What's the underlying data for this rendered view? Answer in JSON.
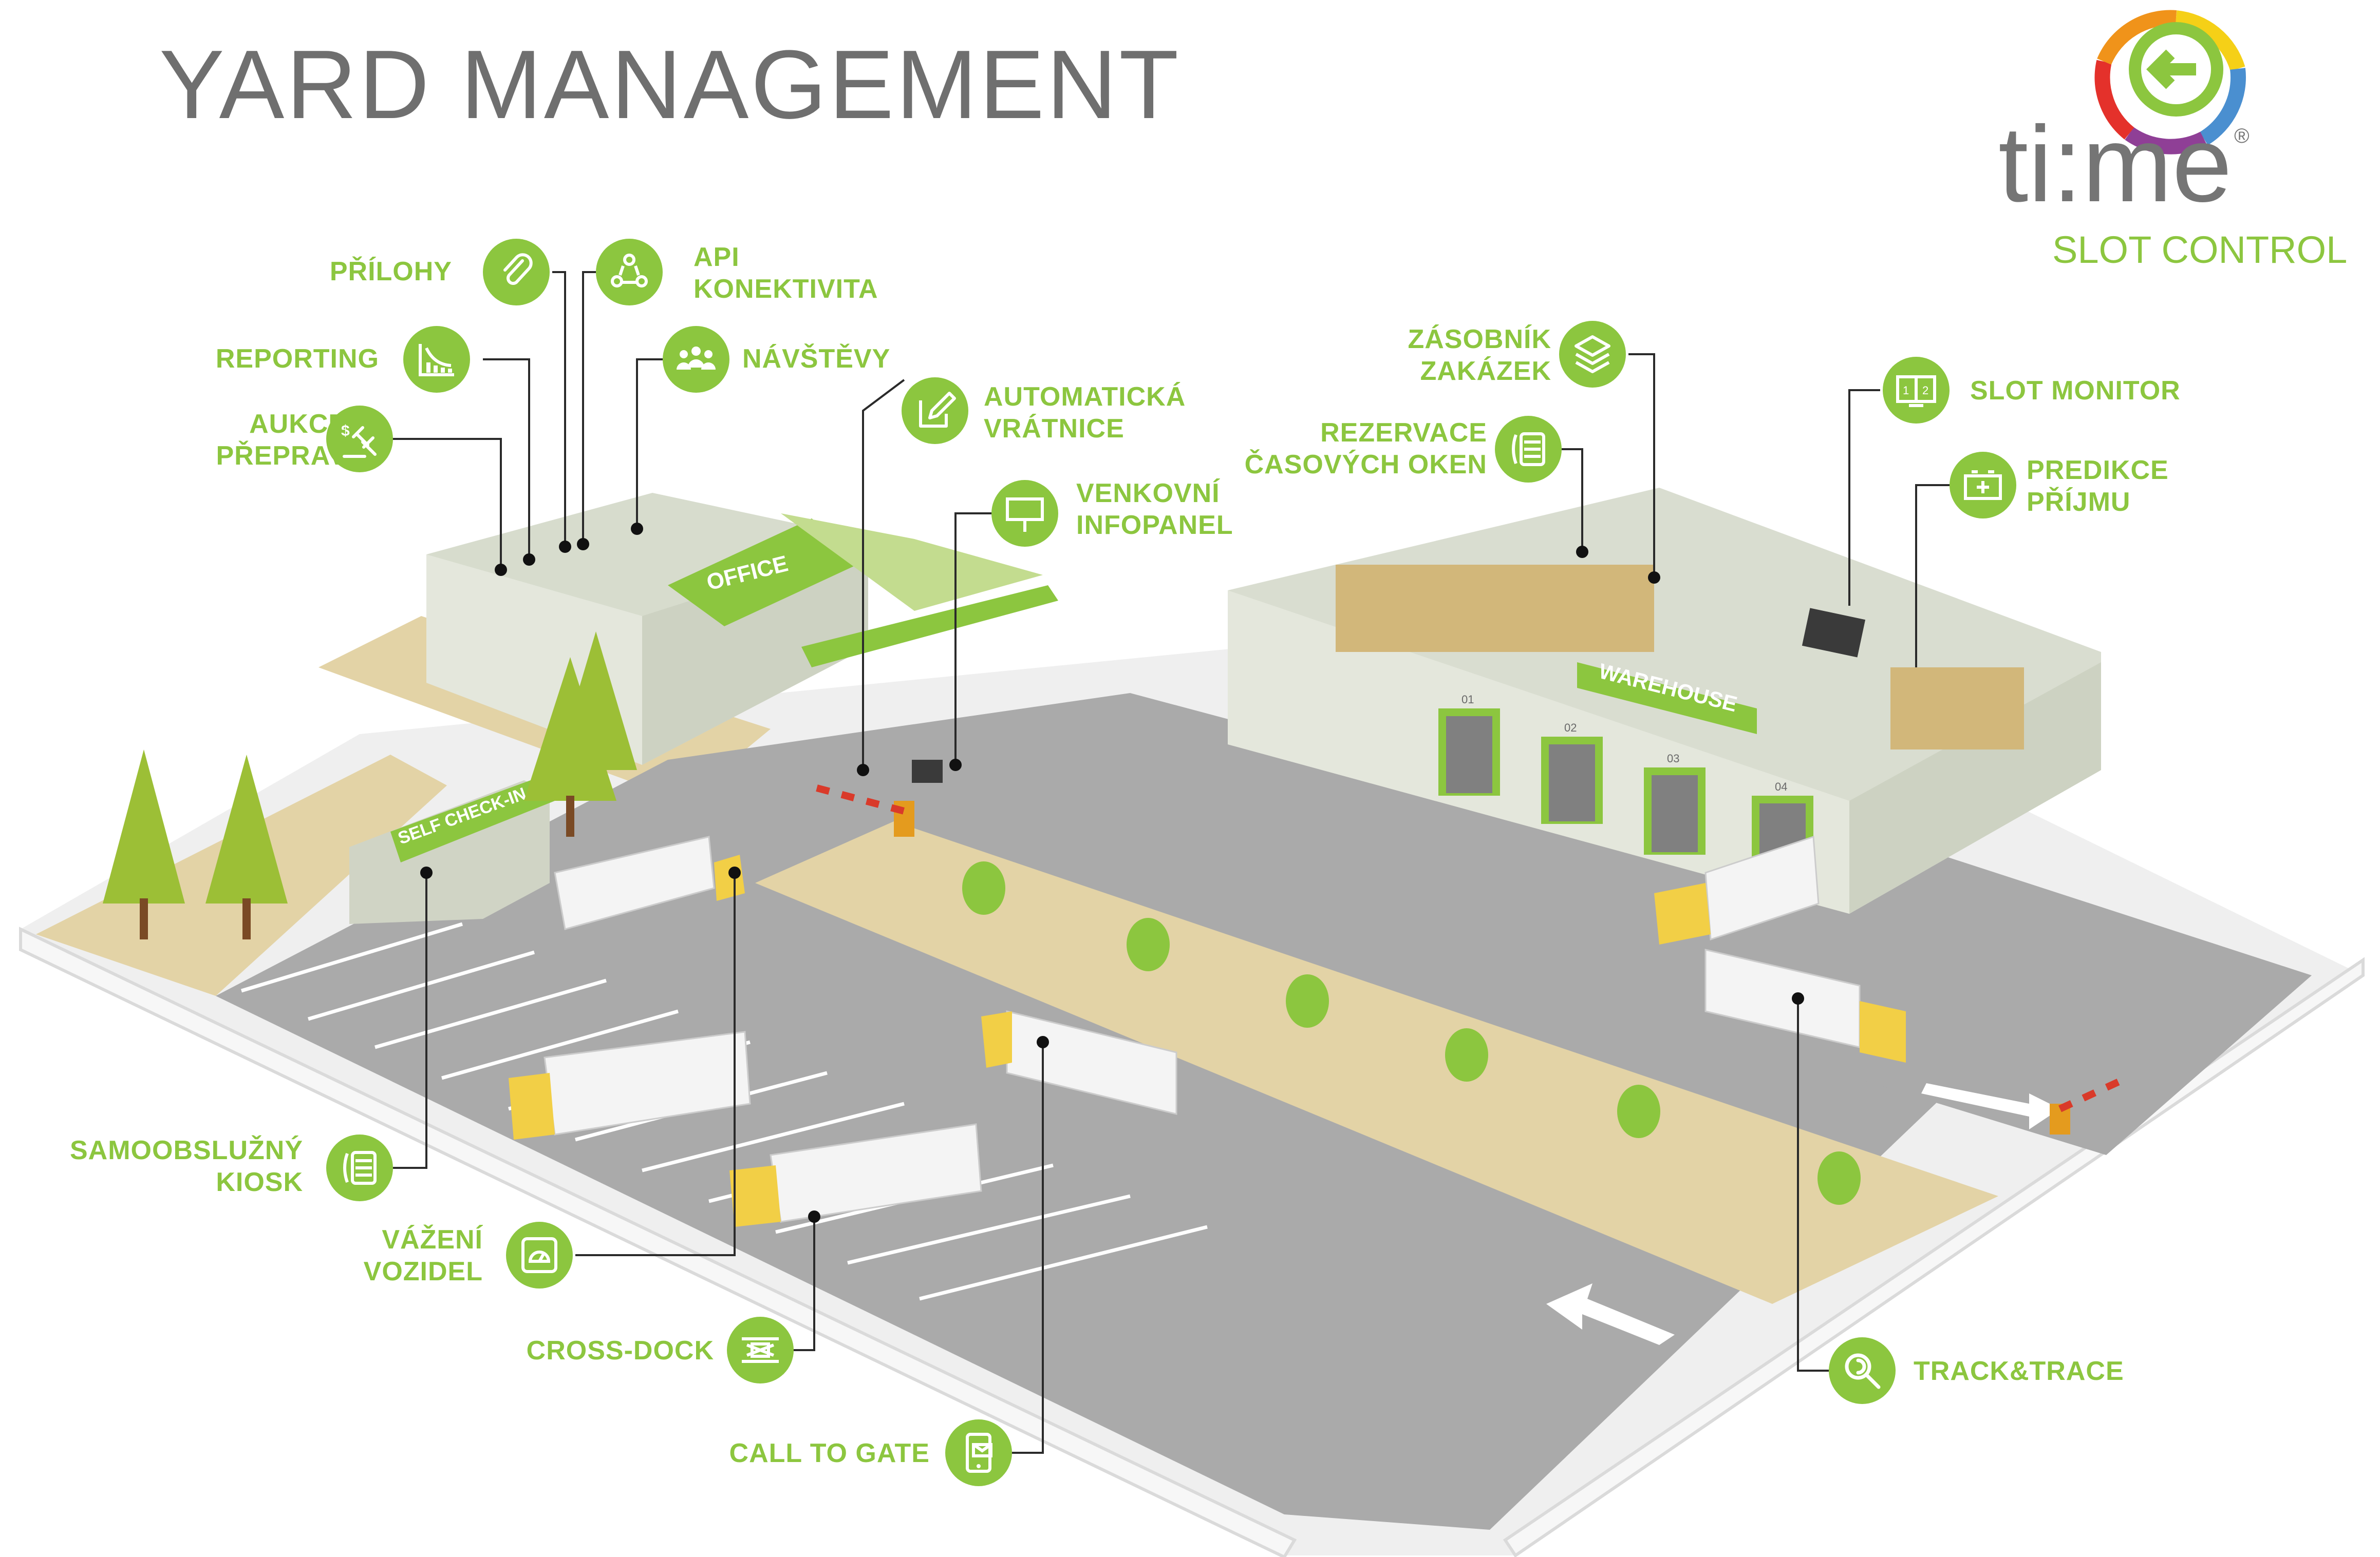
{
  "title": "YARD MANAGEMENT",
  "logo": {
    "wordmark": "ti:me",
    "registered": "®",
    "subtitle": "SLOT CONTROL"
  },
  "colors": {
    "accent": "#8cc63f",
    "asphalt": "#a9a9a9",
    "sand": "#e3d3a6",
    "building": "#d7dccd",
    "truck_cab": "#f2cf46",
    "title": "#6f6f6f"
  },
  "building_signs": {
    "office": "OFFICE",
    "warehouse": "WAREHOUSE",
    "self_checkin": "SELF CHECK-IN"
  },
  "dock_numbers": [
    "01",
    "02",
    "03",
    "04"
  ],
  "features": [
    {
      "id": "prilohy",
      "icon": "paperclip-icon",
      "lines": [
        "PŘÍLOHY"
      ]
    },
    {
      "id": "api",
      "icon": "network-nodes-icon",
      "lines": [
        "API",
        "KONEKTIVITA"
      ]
    },
    {
      "id": "reporting",
      "icon": "bar-chart-icon",
      "lines": [
        "REPORTING"
      ]
    },
    {
      "id": "navstevy",
      "icon": "visitors-group-icon",
      "lines": [
        "NÁVŠTĚVY"
      ]
    },
    {
      "id": "aukce",
      "icon": "auction-gavel-icon",
      "lines": [
        "AUKCE",
        "PŘEPRAV"
      ]
    },
    {
      "id": "vratnice",
      "icon": "edit-pen-icon",
      "lines": [
        "AUTOMATICKÁ",
        "VRÁTNICE"
      ]
    },
    {
      "id": "infopanel",
      "icon": "billboard-icon",
      "lines": [
        "VENKOVNÍ",
        "INFOPANEL"
      ]
    },
    {
      "id": "zasobnik",
      "icon": "layers-stack-icon",
      "lines": [
        "ZÁSOBNÍK",
        "ZAKÁZEK"
      ]
    },
    {
      "id": "rezervace",
      "icon": "slot-list-icon",
      "lines": [
        "REZERVACE",
        "ČASOVÝCH OKEN"
      ]
    },
    {
      "id": "slotmonitor",
      "icon": "monitor-screen-icon",
      "lines": [
        "SLOT MONITOR"
      ]
    },
    {
      "id": "predikce",
      "icon": "battery-plus-icon",
      "lines": [
        "PREDIKCE",
        "PŘÍJMU"
      ]
    },
    {
      "id": "kiosk",
      "icon": "kiosk-icon",
      "lines": [
        "SAMOOBSLUŽNÝ",
        "KIOSK"
      ]
    },
    {
      "id": "vazeni",
      "icon": "weighing-scale-icon",
      "lines": [
        "VÁŽENÍ",
        "VOZIDEL"
      ]
    },
    {
      "id": "crossdock",
      "icon": "cross-dock-icon",
      "lines": [
        "CROSS-DOCK"
      ]
    },
    {
      "id": "calltogate",
      "icon": "phone-message-icon",
      "lines": [
        "CALL TO GATE"
      ]
    },
    {
      "id": "tracktrace",
      "icon": "search-magnifier-icon",
      "lines": [
        "TRACK&TRACE"
      ]
    }
  ]
}
